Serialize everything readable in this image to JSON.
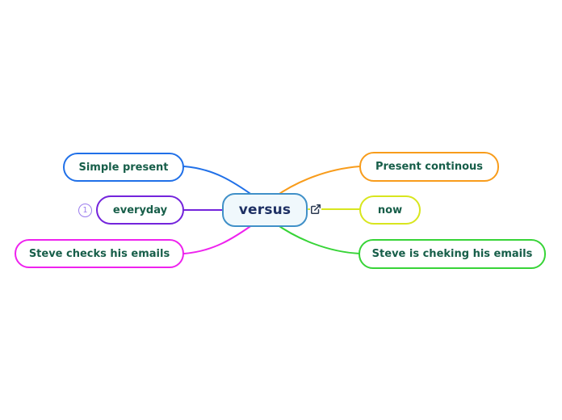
{
  "canvas": {
    "background": "#ffffff"
  },
  "root": {
    "label": "versus",
    "border_color": "#4090c8",
    "fill_color": "#f0f8fc",
    "text_color": "#1d2f63"
  },
  "badge": {
    "value": "1",
    "color": "#9b7ced"
  },
  "external_link_icon": {
    "color": "#2c3a52"
  },
  "left_nodes": [
    {
      "label": "Simple present",
      "color": "#2070e8",
      "text_color": "#175e49"
    },
    {
      "label": "everyday",
      "color": "#7424dc",
      "text_color": "#175e49"
    },
    {
      "label": "Steve checks his emails",
      "color": "#ee22ee",
      "text_color": "#175e49"
    }
  ],
  "right_nodes": [
    {
      "label": "Present continous",
      "color": "#f89c1b",
      "text_color": "#175e49"
    },
    {
      "label": "now",
      "color": "#d8e61e",
      "text_color": "#175e49"
    },
    {
      "label": "Steve is cheking his emails",
      "color": "#37d437",
      "text_color": "#175e49"
    }
  ]
}
